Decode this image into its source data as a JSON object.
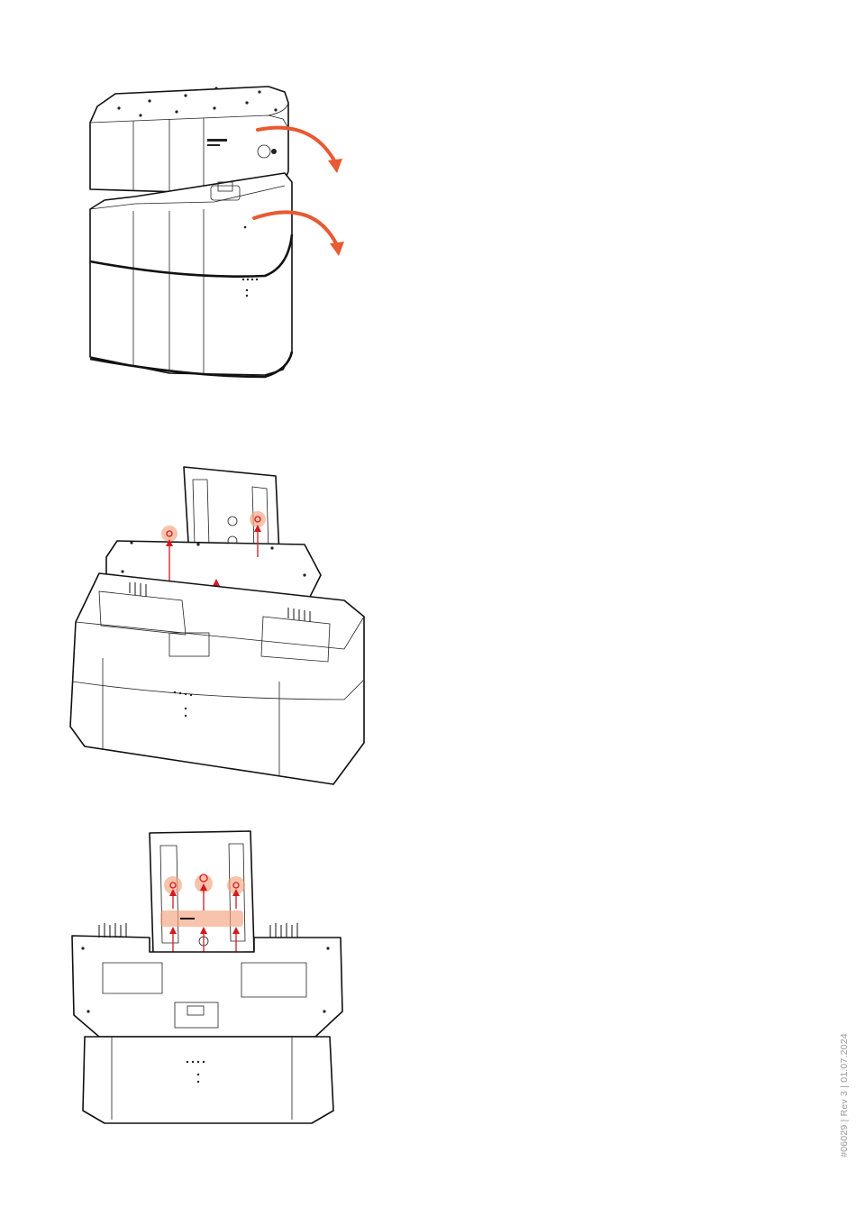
{
  "document": {
    "reference": "#06029 | Rev 3 | 01.07.2024"
  },
  "figures": [
    {
      "id": "fig-1",
      "icon": "remove-top-battery-covers-illustration"
    },
    {
      "id": "fig-2",
      "icon": "lift-off-cover-plate-illustration"
    },
    {
      "id": "fig-3",
      "icon": "unscrew-bracket-illustration"
    }
  ],
  "colors": {
    "arrow_orange": "#e75a33",
    "screw_red": "#d4191f",
    "highlight_salmon": "#f2a37e",
    "line_black": "#111111",
    "reference_grey": "#9a9a9a"
  }
}
